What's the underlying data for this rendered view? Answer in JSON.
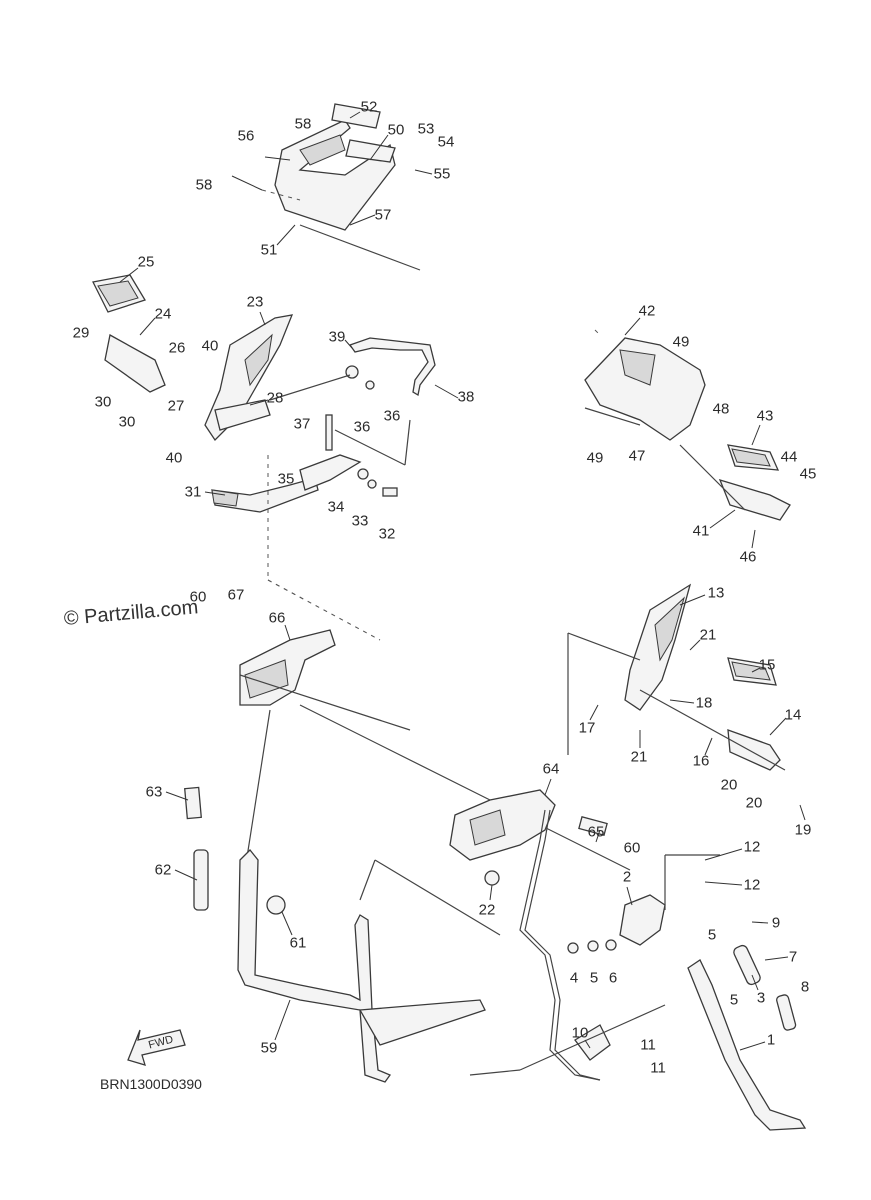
{
  "watermark": "© Partzilla.com",
  "diagram_code": "BRN1300D0390",
  "fwd_label": "FWD",
  "callouts": [
    {
      "id": "c1",
      "text": "1"
    },
    {
      "id": "c2",
      "text": "2"
    },
    {
      "id": "c3",
      "text": "3"
    },
    {
      "id": "c4",
      "text": "4"
    },
    {
      "id": "c5a",
      "text": "5"
    },
    {
      "id": "c5b",
      "text": "5"
    },
    {
      "id": "c5c",
      "text": "5"
    },
    {
      "id": "c6",
      "text": "6"
    },
    {
      "id": "c7",
      "text": "7"
    },
    {
      "id": "c8",
      "text": "8"
    },
    {
      "id": "c9",
      "text": "9"
    },
    {
      "id": "c10",
      "text": "10"
    },
    {
      "id": "c11a",
      "text": "11"
    },
    {
      "id": "c11b",
      "text": "11"
    },
    {
      "id": "c12a",
      "text": "12"
    },
    {
      "id": "c12b",
      "text": "12"
    },
    {
      "id": "c13",
      "text": "13"
    },
    {
      "id": "c14",
      "text": "14"
    },
    {
      "id": "c15",
      "text": "15"
    },
    {
      "id": "c16",
      "text": "16"
    },
    {
      "id": "c17",
      "text": "17"
    },
    {
      "id": "c18",
      "text": "18"
    },
    {
      "id": "c19",
      "text": "19"
    },
    {
      "id": "c20a",
      "text": "20"
    },
    {
      "id": "c20b",
      "text": "20"
    },
    {
      "id": "c21a",
      "text": "21"
    },
    {
      "id": "c21b",
      "text": "21"
    },
    {
      "id": "c22",
      "text": "22"
    },
    {
      "id": "c23",
      "text": "23"
    },
    {
      "id": "c24",
      "text": "24"
    },
    {
      "id": "c25",
      "text": "25"
    },
    {
      "id": "c26",
      "text": "26"
    },
    {
      "id": "c27",
      "text": "27"
    },
    {
      "id": "c28",
      "text": "28"
    },
    {
      "id": "c29",
      "text": "29"
    },
    {
      "id": "c30a",
      "text": "30"
    },
    {
      "id": "c30b",
      "text": "30"
    },
    {
      "id": "c31",
      "text": "31"
    },
    {
      "id": "c32",
      "text": "32"
    },
    {
      "id": "c33",
      "text": "33"
    },
    {
      "id": "c34",
      "text": "34"
    },
    {
      "id": "c35",
      "text": "35"
    },
    {
      "id": "c36a",
      "text": "36"
    },
    {
      "id": "c36b",
      "text": "36"
    },
    {
      "id": "c37",
      "text": "37"
    },
    {
      "id": "c38",
      "text": "38"
    },
    {
      "id": "c39",
      "text": "39"
    },
    {
      "id": "c40a",
      "text": "40"
    },
    {
      "id": "c40b",
      "text": "40"
    },
    {
      "id": "c41",
      "text": "41"
    },
    {
      "id": "c42",
      "text": "42"
    },
    {
      "id": "c43",
      "text": "43"
    },
    {
      "id": "c44",
      "text": "44"
    },
    {
      "id": "c45",
      "text": "45"
    },
    {
      "id": "c46",
      "text": "46"
    },
    {
      "id": "c47",
      "text": "47"
    },
    {
      "id": "c48",
      "text": "48"
    },
    {
      "id": "c49a",
      "text": "49"
    },
    {
      "id": "c49b",
      "text": "49"
    },
    {
      "id": "c50",
      "text": "50"
    },
    {
      "id": "c51",
      "text": "51"
    },
    {
      "id": "c52",
      "text": "52"
    },
    {
      "id": "c53",
      "text": "53"
    },
    {
      "id": "c54",
      "text": "54"
    },
    {
      "id": "c55",
      "text": "55"
    },
    {
      "id": "c56",
      "text": "56"
    },
    {
      "id": "c57",
      "text": "57"
    },
    {
      "id": "c58a",
      "text": "58"
    },
    {
      "id": "c58b",
      "text": "58"
    },
    {
      "id": "c59",
      "text": "59"
    },
    {
      "id": "c60a",
      "text": "60"
    },
    {
      "id": "c60b",
      "text": "60"
    },
    {
      "id": "c61",
      "text": "61"
    },
    {
      "id": "c62",
      "text": "62"
    },
    {
      "id": "c63",
      "text": "63"
    },
    {
      "id": "c64",
      "text": "64"
    },
    {
      "id": "c65",
      "text": "65"
    },
    {
      "id": "c66",
      "text": "66"
    },
    {
      "id": "c67",
      "text": "67"
    }
  ]
}
